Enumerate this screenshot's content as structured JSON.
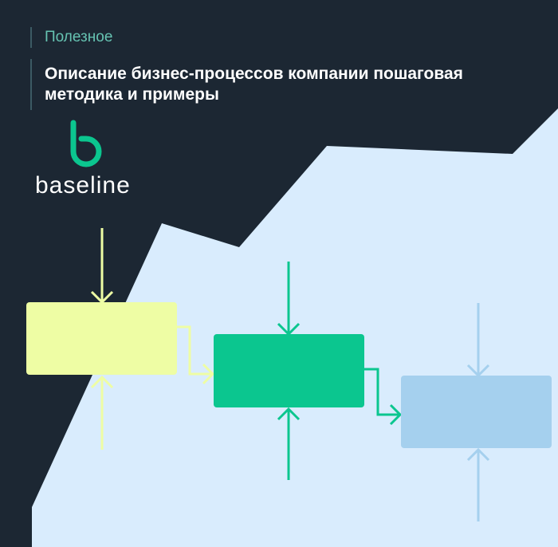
{
  "article": {
    "category": "Полезное",
    "title": "Описание бизнес-процессов компании пошаговая методика и примеры"
  },
  "brand": {
    "name": "baseline",
    "logo_icon": "baseline-b-logo-icon"
  },
  "colors": {
    "background": "#1c2733",
    "panel": "#d9ecfd",
    "accent_green": "#0bc68f",
    "accent_yellow": "#eefda4",
    "accent_blue": "#a5d0ee",
    "category_text": "#66c3b2"
  },
  "diagram": {
    "type": "process-flow",
    "blocks": [
      {
        "id": "block-1",
        "color": "#eefda4"
      },
      {
        "id": "block-2",
        "color": "#0bc68f"
      },
      {
        "id": "block-3",
        "color": "#a5d0ee"
      }
    ]
  }
}
